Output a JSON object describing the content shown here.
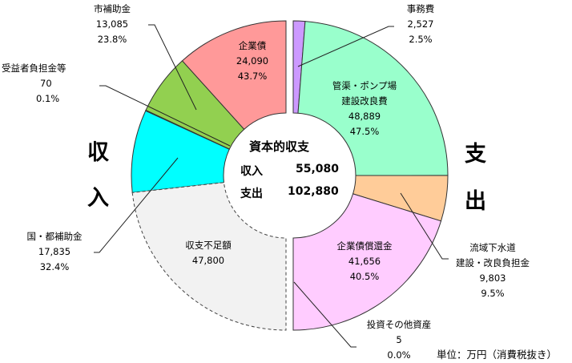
{
  "chart_data": {
    "type": "pie",
    "title": "資本的収支",
    "unit": "単位：万円（消費税抜き）",
    "income": {
      "label": "収入",
      "total": 55080,
      "total_label": "55,080",
      "slices": [
        {
          "name": "企業債",
          "value": 24090,
          "value_label": "24,090",
          "pct": "43.7%",
          "color": "#ff9999"
        },
        {
          "name": "市補助金",
          "value": 13085,
          "value_label": "13,085",
          "pct": "23.8%",
          "color": "#92d050"
        },
        {
          "name": "受益者負担金等",
          "value": 70,
          "value_label": "70",
          "pct": "0.1%",
          "color": "#92d050"
        },
        {
          "name": "国・都補助金",
          "value": 17835,
          "value_label": "17,835",
          "pct": "32.4%",
          "color": "#00ffff"
        },
        {
          "name": "収支不足額",
          "value": 47800,
          "value_label": "47,800",
          "pct": "",
          "color": "#f2f2f2"
        }
      ]
    },
    "expense": {
      "label": "支出",
      "total": 102880,
      "total_label": "102,880",
      "slices": [
        {
          "name": "事務費",
          "value": 2527,
          "value_label": "2,527",
          "pct": "2.5%",
          "color": "#cc99ff"
        },
        {
          "name": "管渠・ポンプ場建設改良費",
          "value": 48889,
          "value_label": "48,889",
          "pct": "47.5%",
          "color": "#99ffcc"
        },
        {
          "name": "流域下水道建設・改良負担金",
          "value": 9803,
          "value_label": "9,803",
          "pct": "9.5%",
          "color": "#ffcc99"
        },
        {
          "name": "企業債償還金",
          "value": 41656,
          "value_label": "41,656",
          "pct": "40.5%",
          "color": "#ffccff"
        },
        {
          "name": "投資その他資産",
          "value": 5,
          "value_label": "5",
          "pct": "0.0%",
          "color": "#ffccff"
        }
      ]
    }
  },
  "labels": {
    "side_income": [
      "収",
      "入"
    ],
    "side_expense": [
      "支",
      "出"
    ],
    "center": {
      "title": "資本的収支",
      "income_label": "収入",
      "income_value": "55,080",
      "expense_label": "支出",
      "expense_value": "102,880"
    },
    "kigyosai": {
      "name": "企業債",
      "value": "24,090",
      "pct": "43.7%"
    },
    "shihojokin": {
      "name": "市補助金",
      "value": "13,085",
      "pct": "23.8%"
    },
    "juekisha": {
      "name": "受益者負担金等",
      "value": "70",
      "pct": "0.1%"
    },
    "kokuto": {
      "name": "国・都補助金",
      "value": "17,835",
      "pct": "32.4%"
    },
    "fusoku": {
      "name": "収支不足額",
      "value": "47,800"
    },
    "jimuhi": {
      "name": "事務費",
      "value": "2,527",
      "pct": "2.5%"
    },
    "kankyo": {
      "name1": "管渠・ポンプ場",
      "name2": "建設改良費",
      "value": "48,889",
      "pct": "47.5%"
    },
    "ryuiki": {
      "name1": "流域下水道",
      "name2": "建設・改良負担金",
      "value": "9,803",
      "pct": "9.5%"
    },
    "shokan": {
      "name": "企業債償還金",
      "value": "41,656",
      "pct": "40.5%"
    },
    "toshi": {
      "name": "投資その他資産",
      "value": "5",
      "pct": "0.0%"
    },
    "unit": "単位：万円（消費税抜き）"
  }
}
